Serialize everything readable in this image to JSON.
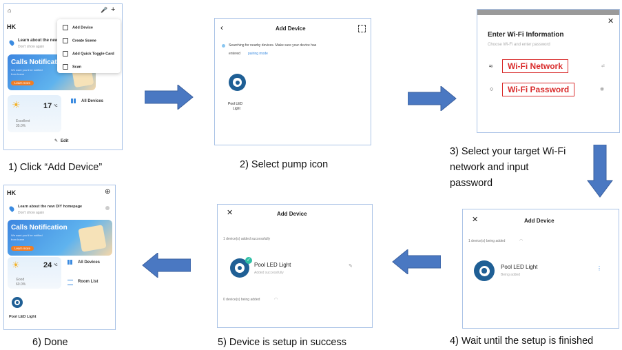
{
  "steps": [
    {
      "caption": "1) Click “Add Device”",
      "home": "HK",
      "tip_title": "Learn about the new",
      "tip_sub": "Don't show again",
      "banner_title": "Calls Notificati",
      "banner_sub1": "We want you'd be notified",
      "banner_sub2": "from home",
      "banner_button": "Learn more",
      "temperature": "17",
      "temp_unit": "℃",
      "air": "Excellent",
      "humidity": "35.0%",
      "all_devices": "All Devices",
      "edit": "Edit",
      "menu": [
        "Add Device",
        "Create Scene",
        "Add Quick Toggle Card",
        "Scan"
      ]
    },
    {
      "caption": "2) Select pump icon",
      "title": "Add Device",
      "searching_1": "Searching for nearby devices. Make sure your device has",
      "searching_2": "entered",
      "pairing_link": "pairing mode",
      "device_line1": "Pool LED",
      "device_line2": "Light"
    },
    {
      "caption_line1": "3) Select your target Wi-Fi",
      "caption_line2": "network and input",
      "caption_line3": "password",
      "title": "Enter Wi-Fi Information",
      "subtitle": "Choose Wi-Fi and enter password",
      "network_field": "Wi-Fi Network",
      "password_field": "Wi-Fi Password"
    },
    {
      "caption": "4) Wait until the setup is finished",
      "title": "Add Device",
      "count_line": "1 device(s) being added",
      "device_name": "Pool LED Light",
      "device_status": "Being added"
    },
    {
      "caption": "5) Device is setup in success",
      "title": "Add Device",
      "success_line": "1 device(s) added successfully",
      "device_name": "Pool LED Light",
      "device_status": "Added successfully",
      "pending_line": "0 device(s) being added"
    },
    {
      "caption": "6) Done",
      "home": "HK",
      "tip_title": "Learn about the new DIY homepage",
      "tip_sub": "Don't show again",
      "banner_title": "Calls Notification",
      "banner_sub1": "We want you'd be notified",
      "banner_sub2": "from home",
      "banner_button": "Learn more",
      "temperature": "24",
      "temp_unit": "℃",
      "air": "Good",
      "humidity": "60.0%",
      "all_devices": "All Devices",
      "room_list": "Room List",
      "device_name": "Pool LED Light"
    }
  ],
  "colors": {
    "arrow": "#4a78c2",
    "panel_border": "#a9c2e6",
    "field_red": "#d92c2c",
    "link_blue": "#3b8be0",
    "success_teal": "#2ebfa5"
  }
}
